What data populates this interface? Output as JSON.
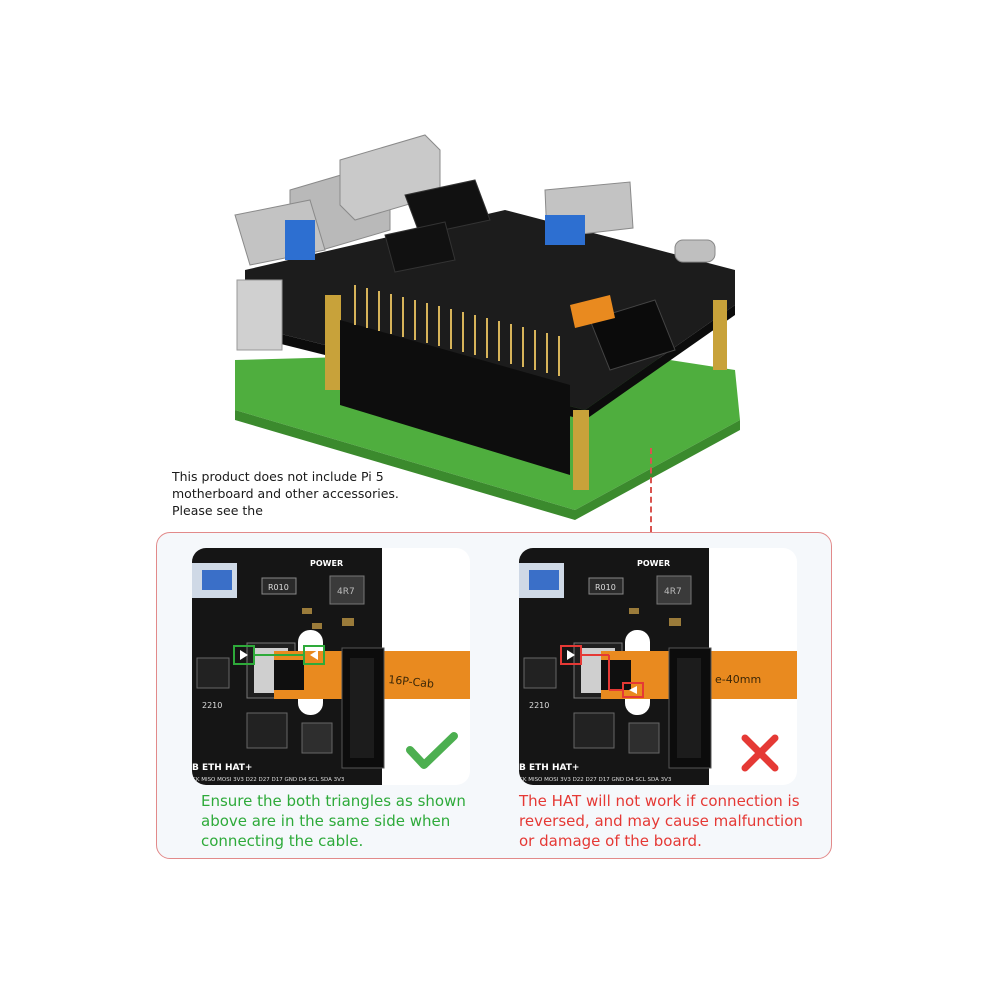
{
  "note": {
    "line1": "This product does not include  Pi 5",
    "line2": "motherboard and other accessories.",
    "line3": "Please see the"
  },
  "board": {
    "power_label": "POWER",
    "r010_label": "R010",
    "inductor_label": "4R7",
    "chip_label": "2210",
    "hat_label": "B ETH HAT+",
    "pin_labels": "CK MISO MOSI 3V3  D22 D27 D17  GND  D4  SCL  SDA  3V3"
  },
  "cable": {
    "left_label": "16P-Cab",
    "right_label": "e-40mm"
  },
  "captions": {
    "ok_line1": "Ensure the both triangles as shown",
    "ok_line2": "above are in the same side when",
    "ok_line3": "connecting the cable.",
    "bad_line1": "The HAT will not work if connection is",
    "bad_line2": "reversed, and may cause malfunction",
    "bad_line3": "or damage of the board."
  },
  "colors": {
    "ok": "#2eaa3a",
    "bad": "#e53935",
    "pcb": "#151515",
    "cable": "#e98a1f"
  },
  "icons": {
    "ok": "check-icon",
    "bad": "cross-icon"
  }
}
